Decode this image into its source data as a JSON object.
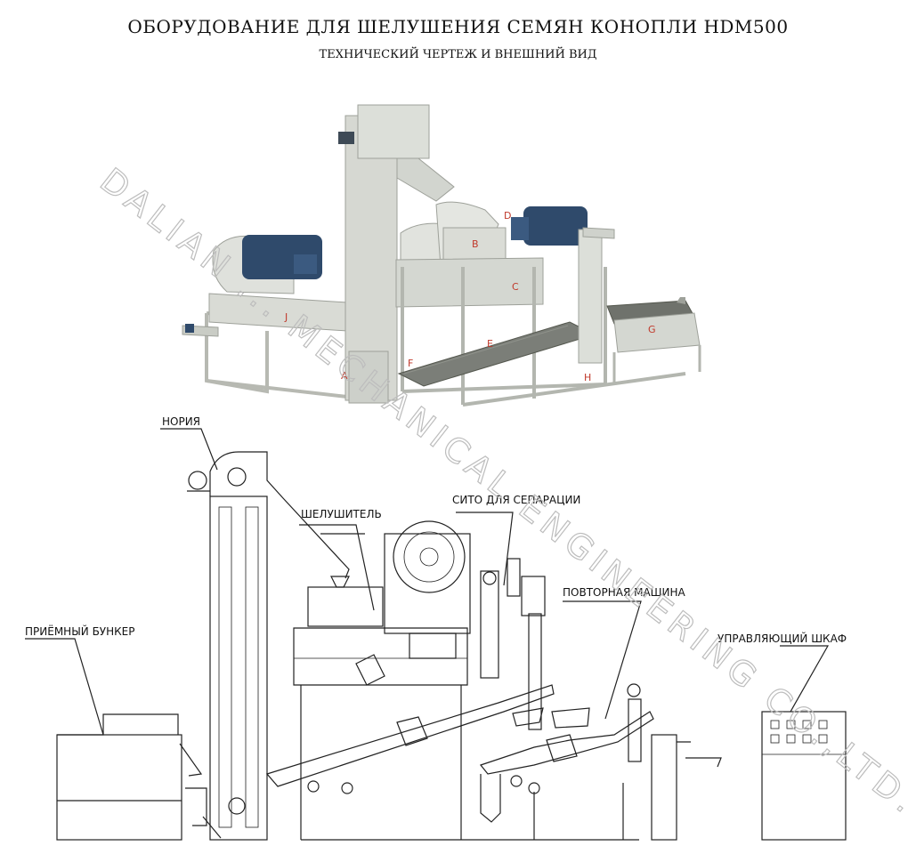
{
  "header": {
    "title": "ОБОРУДОВАНИЕ ДЛЯ ШЕЛУШЕНИЯ СЕМЯН КОНОПЛИ HDM500",
    "subtitle": "ТЕХНИЧЕСКИЙ ЧЕРТЕЖ И ВНЕШНИЙ ВИД"
  },
  "photo": {
    "part_tags": [
      "A",
      "B",
      "C",
      "D",
      "E",
      "F",
      "G",
      "H",
      "J"
    ]
  },
  "drawing": {
    "labels": {
      "elevator": "НОРИЯ",
      "huller": "ШЕЛУШИТЕЛЬ",
      "separation_sieve": "СИТО ДЛЯ СЕПАРАЦИИ",
      "repeat_machine": "ПОВТОРНАЯ МАШИНА",
      "receiving_hopper": "ПРИЁМНЫЙ БУНКЕР",
      "control_cabinet": "УПРАВЛЯЮЩИЙ ШКАФ"
    }
  },
  "watermark": {
    "text": "DALIAN ... MECHANICAL ENGINEERING CO.,LTD."
  },
  "colors": {
    "machine_body": "#d9dbd5",
    "machine_shadow": "#a9aca4",
    "motor_blue": "#2f4a6b",
    "line": "#222222"
  }
}
